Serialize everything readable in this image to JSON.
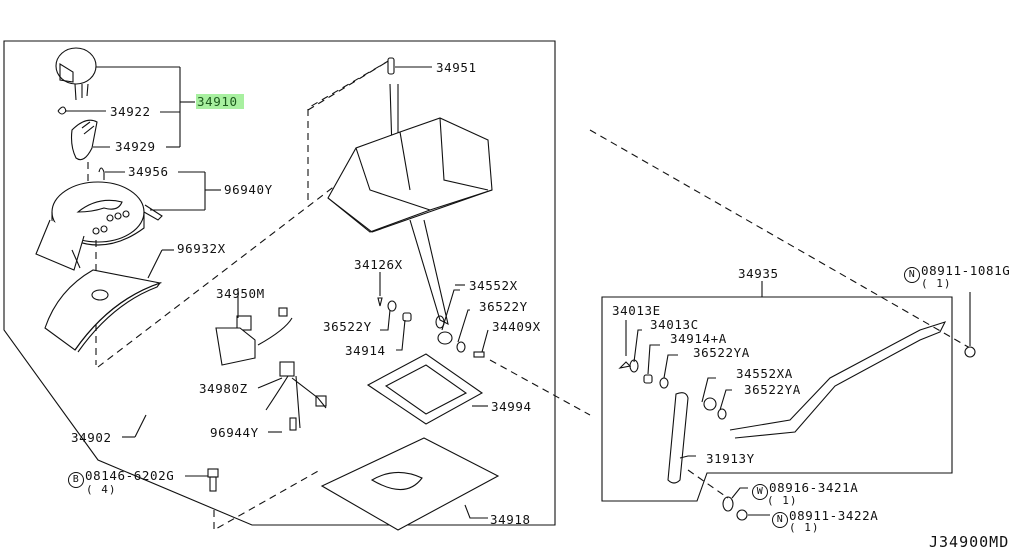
{
  "diagram": {
    "type": "exploded-parts-diagram",
    "diagram_code": "J34900MD",
    "highlight_color": "#a8f0a0",
    "parts": [
      {
        "id": "p34910",
        "number": "34910",
        "highlighted": true
      },
      {
        "id": "p34922",
        "number": "34922"
      },
      {
        "id": "p34929",
        "number": "34929"
      },
      {
        "id": "p34956",
        "number": "34956"
      },
      {
        "id": "p96940Y",
        "number": "96940Y"
      },
      {
        "id": "p96932X",
        "number": "96932X"
      },
      {
        "id": "p34950M",
        "number": "34950M"
      },
      {
        "id": "p34980Z",
        "number": "34980Z"
      },
      {
        "id": "p96944Y",
        "number": "96944Y"
      },
      {
        "id": "p34902",
        "number": "34902"
      },
      {
        "id": "p34951",
        "number": "34951"
      },
      {
        "id": "p34126X",
        "number": "34126X"
      },
      {
        "id": "p36522Y_a",
        "number": "36522Y"
      },
      {
        "id": "p34914",
        "number": "34914"
      },
      {
        "id": "p34552X",
        "number": "34552X"
      },
      {
        "id": "p36522Y_b",
        "number": "36522Y"
      },
      {
        "id": "p34409X",
        "number": "34409X"
      },
      {
        "id": "p34994",
        "number": "34994"
      },
      {
        "id": "p34918",
        "number": "34918"
      },
      {
        "id": "p34935",
        "number": "34935"
      },
      {
        "id": "p34013E",
        "number": "34013E"
      },
      {
        "id": "p34013C",
        "number": "34013C"
      },
      {
        "id": "p34914A",
        "number": "34914+A"
      },
      {
        "id": "p36522YA_a",
        "number": "36522YA"
      },
      {
        "id": "p34552XA",
        "number": "34552XA"
      },
      {
        "id": "p36522YA_b",
        "number": "36522YA"
      },
      {
        "id": "p31913Y",
        "number": "31913Y"
      }
    ],
    "fasteners": [
      {
        "id": "f_bolt",
        "prefix": "B",
        "number": "08146-6202G",
        "qty": "( 4)"
      },
      {
        "id": "f_nut1",
        "prefix": "N",
        "number": "08911-1081G",
        "qty": "( 1)"
      },
      {
        "id": "f_washer",
        "prefix": "W",
        "number": "08916-3421A",
        "qty": "( 1)"
      },
      {
        "id": "f_nut2",
        "prefix": "N",
        "number": "08911-3422A",
        "qty": "( 1)"
      }
    ]
  }
}
